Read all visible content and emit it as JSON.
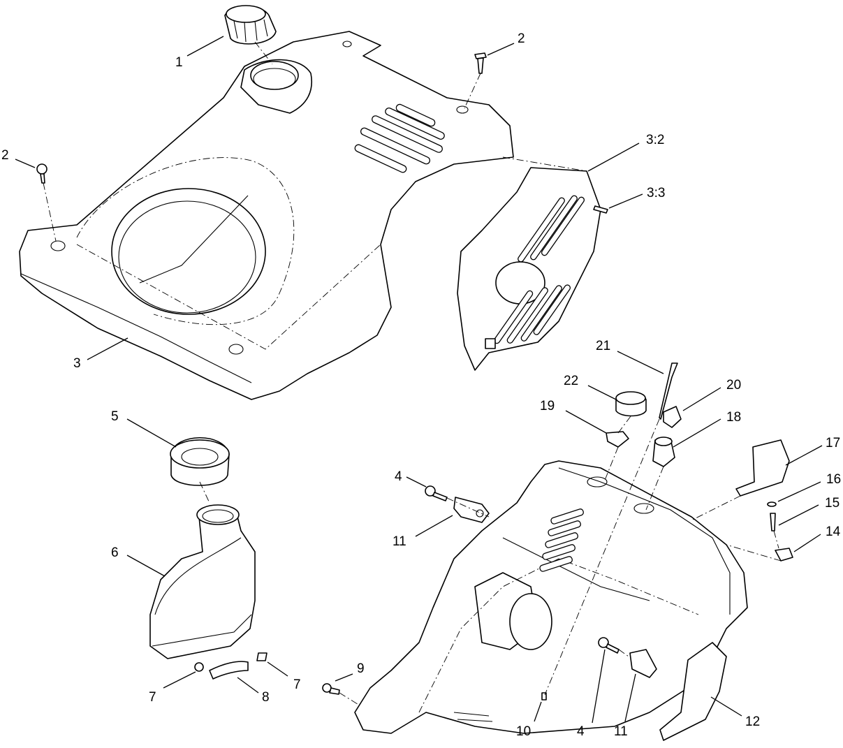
{
  "callouts": [
    {
      "id": "c1",
      "text": "1"
    },
    {
      "id": "c2a",
      "text": "2"
    },
    {
      "id": "c2b",
      "text": "2"
    },
    {
      "id": "c3",
      "text": "3"
    },
    {
      "id": "c3_2",
      "text": "3:2"
    },
    {
      "id": "c3_3",
      "text": "3:3"
    },
    {
      "id": "c4a",
      "text": "4"
    },
    {
      "id": "c4b",
      "text": "4"
    },
    {
      "id": "c5",
      "text": "5"
    },
    {
      "id": "c6",
      "text": "6"
    },
    {
      "id": "c7a",
      "text": "7"
    },
    {
      "id": "c7b",
      "text": "7"
    },
    {
      "id": "c8",
      "text": "8"
    },
    {
      "id": "c9",
      "text": "9"
    },
    {
      "id": "c10",
      "text": "10"
    },
    {
      "id": "c11a",
      "text": "11"
    },
    {
      "id": "c11b",
      "text": "11"
    },
    {
      "id": "c12",
      "text": "12"
    },
    {
      "id": "c14",
      "text": "14"
    },
    {
      "id": "c15",
      "text": "15"
    },
    {
      "id": "c16",
      "text": "16"
    },
    {
      "id": "c17",
      "text": "17"
    },
    {
      "id": "c18",
      "text": "18"
    },
    {
      "id": "c19",
      "text": "19"
    },
    {
      "id": "c20",
      "text": "20"
    },
    {
      "id": "c21",
      "text": "21"
    },
    {
      "id": "c22",
      "text": "22"
    }
  ]
}
